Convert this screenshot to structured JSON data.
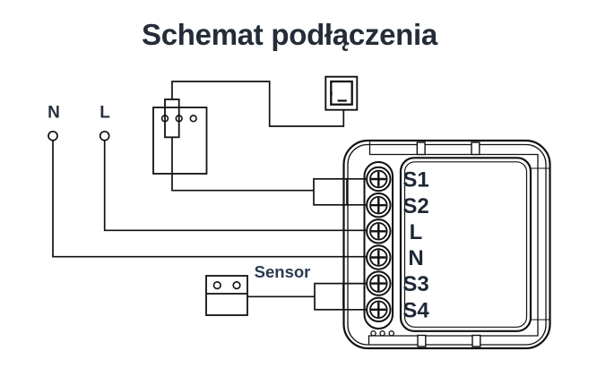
{
  "title": "Schemat podłączenia",
  "supply": {
    "neutral_label": "N",
    "live_label": "L"
  },
  "sensor": {
    "label": "Sensor"
  },
  "module": {
    "terminals": [
      "S1",
      "S2",
      "L",
      "N",
      "S3",
      "S4"
    ]
  },
  "colors": {
    "title_text": "#242c38",
    "terminal_text": "#1e2836",
    "supply_text": "#26303e",
    "sensor_text": "#2b3a50",
    "line": "#111111"
  }
}
